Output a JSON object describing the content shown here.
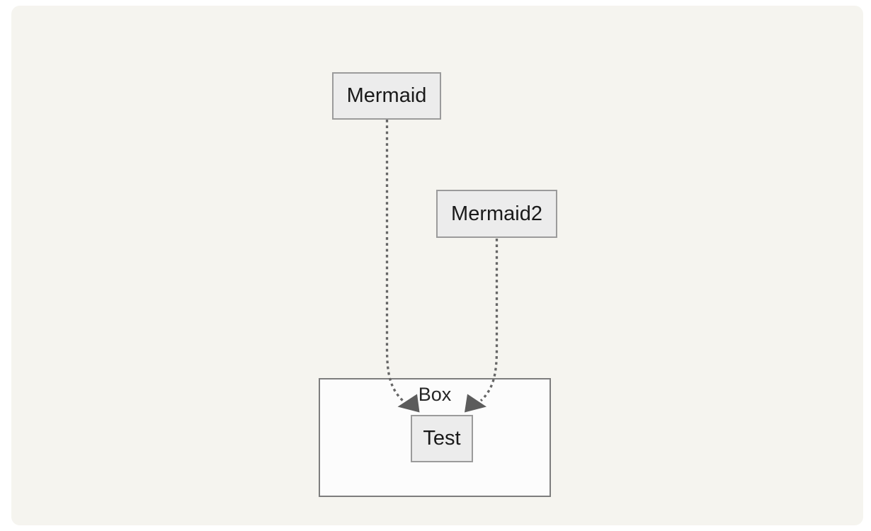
{
  "diagram": {
    "nodes": [
      {
        "id": "mermaid",
        "label": "Mermaid"
      },
      {
        "id": "mermaid2",
        "label": "Mermaid2"
      },
      {
        "id": "test",
        "label": "Test"
      }
    ],
    "cluster": {
      "label": "Box"
    },
    "edges": [
      {
        "from": "Mermaid",
        "to": "Test",
        "style": "dotted",
        "arrowhead": "at-test-end"
      },
      {
        "from": "Mermaid2",
        "to": "Test",
        "style": "dotted",
        "arrowhead": "at-test-end"
      }
    ],
    "colors": {
      "page_background": "#ffffff",
      "panel_background": "#f5f4ef",
      "node_fill": "#ececec",
      "node_border": "#9b9b9b",
      "cluster_fill": "#fcfcfc",
      "cluster_border": "#7d7d7d",
      "edge": "#666666",
      "arrowhead": "#5c5c5c",
      "text": "#1a1a1a"
    }
  }
}
